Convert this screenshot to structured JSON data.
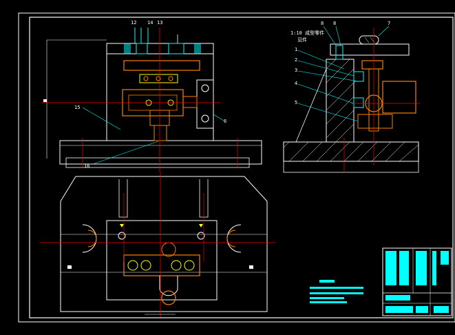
{
  "drawing": {
    "front_view_labels": {
      "n12": "12",
      "n14": "14",
      "n13": "13",
      "n15": "15",
      "n6": "6",
      "n16": "16"
    },
    "side_view_labels": {
      "n8a": "8",
      "n8b": "8",
      "n7": "7",
      "n1": "1",
      "n2": "2",
      "n3": "3",
      "n4": "4",
      "n5": "5",
      "note": "1:10 成型零件",
      "note2": "见件"
    },
    "colors": {
      "background": "#000000",
      "outline": "#ffffff",
      "body": "#00ffff",
      "part": "#ff8000",
      "center_line": "#ff0000",
      "accent": "#ffff00",
      "dimension": "#00ff00"
    }
  }
}
